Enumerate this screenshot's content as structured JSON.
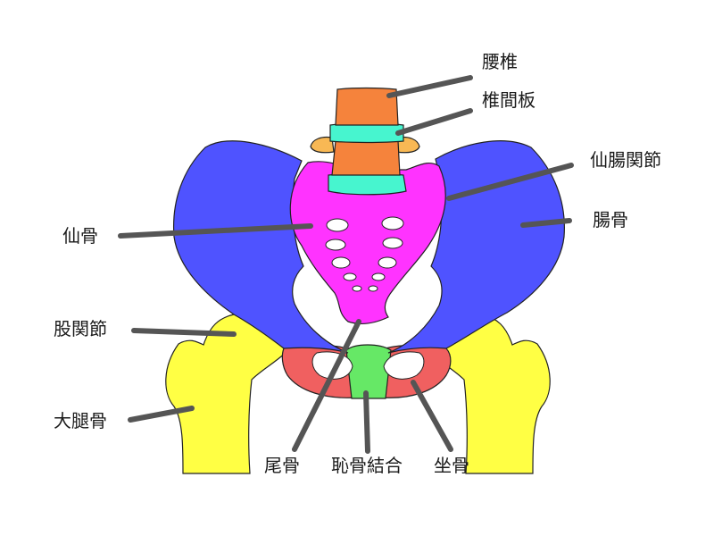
{
  "labels": {
    "lumbar_vertebra": "腰椎",
    "intervertebral_disc": "椎間板",
    "sacroiliac_joint": "仙腸関節",
    "sacrum": "仙骨",
    "ilium": "腸骨",
    "hip_joint": "股関節",
    "femur": "大腿骨",
    "coccyx": "尾骨",
    "pubic_symphysis": "恥骨結合",
    "ischium": "坐骨"
  },
  "colors": {
    "vertebra": "#f5833c",
    "disc": "#47f5cf",
    "transverse_process": "#f8b854",
    "sacrum": "#ff33ff",
    "ilium": "#4f53ff",
    "femur": "#ffff44",
    "ischium": "#f06060",
    "pubic_symphysis": "#66e866",
    "leader": "#555555"
  }
}
